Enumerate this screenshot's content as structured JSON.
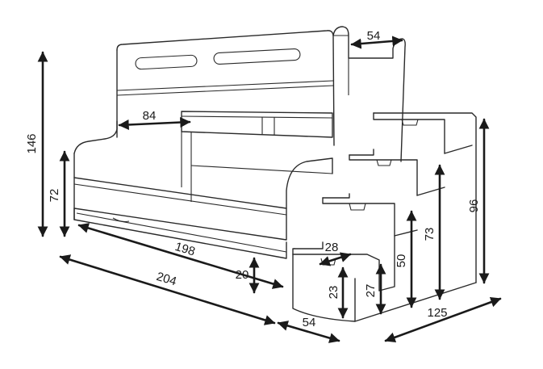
{
  "dimensions": {
    "height_total": "146",
    "height_lower": "72",
    "top_rail_width": "54",
    "inner_opening": "84",
    "mattress_length": "198",
    "total_length": "204",
    "drawer_height": "20",
    "stairs_depth": "54",
    "stairs_length": "125",
    "step_depth": "28",
    "step_1_height": "23",
    "step_1_total": "27",
    "step_2_total": "50",
    "step_3_total": "73",
    "stairs_height": "96"
  }
}
